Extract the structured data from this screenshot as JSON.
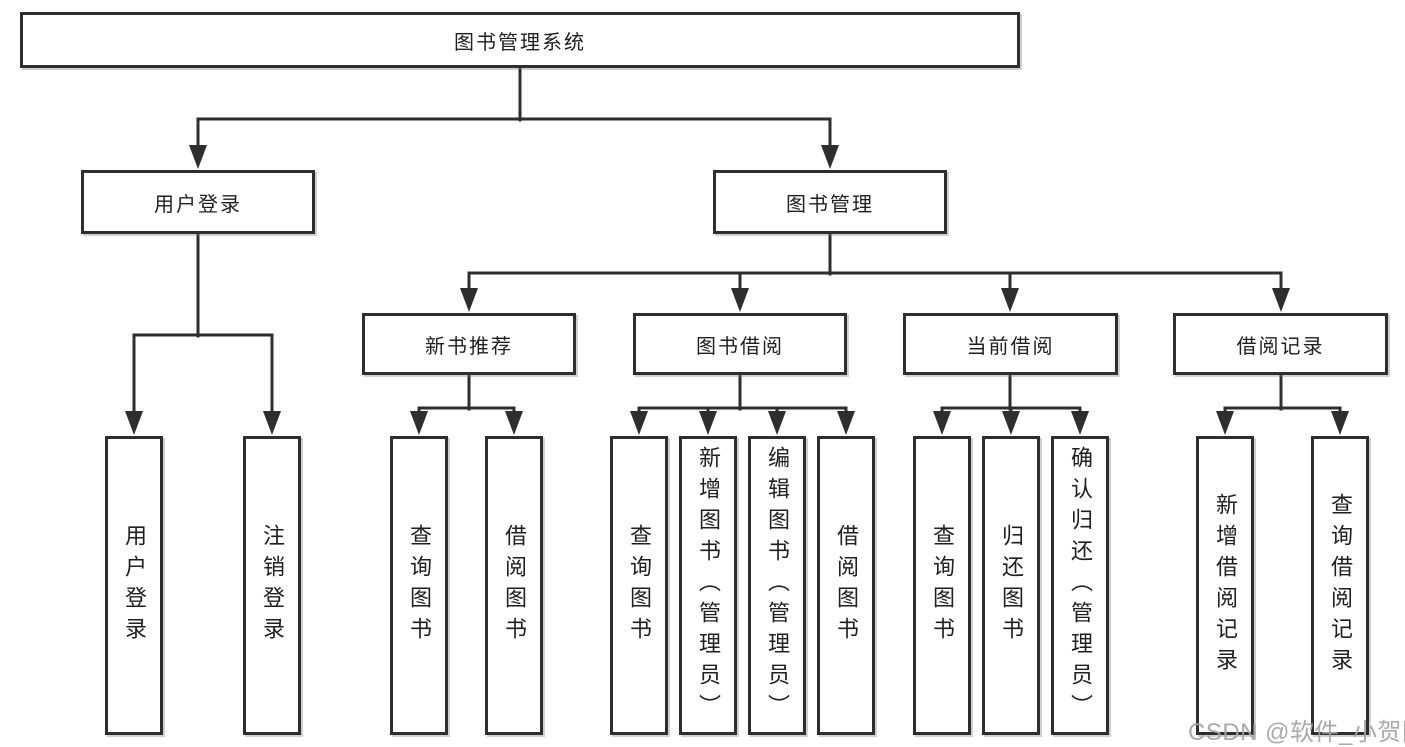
{
  "diagram_type": "hierarchy-tree",
  "colors": {
    "line": "#2e2e2e",
    "box_border": "#2e2e2e",
    "box_background": "#ffffff",
    "text": "#1f1f1f",
    "watermark": "#a3a3a3"
  },
  "tree": {
    "label": "图书管理系统",
    "children": [
      {
        "label": "用户登录",
        "children": [
          {
            "label": "用户登录"
          },
          {
            "label": "注销登录"
          }
        ]
      },
      {
        "label": "图书管理",
        "children": [
          {
            "label": "新书推荐",
            "children": [
              {
                "label": "查询图书"
              },
              {
                "label": "借阅图书"
              }
            ]
          },
          {
            "label": "图书借阅",
            "children": [
              {
                "label": "查询图书"
              },
              {
                "label": "新增图书（管理员）"
              },
              {
                "label": "编辑图书（管理员）"
              },
              {
                "label": "借阅图书"
              }
            ]
          },
          {
            "label": "当前借阅",
            "children": [
              {
                "label": "查询图书"
              },
              {
                "label": "归还图书"
              },
              {
                "label": "确认归还（管理员）"
              }
            ]
          },
          {
            "label": "借阅记录",
            "children": [
              {
                "label": "新增借阅记录"
              },
              {
                "label": "查询借阅记录"
              }
            ]
          }
        ]
      }
    ]
  },
  "watermark": {
    "text": "CSDN @软件_小贺同学"
  }
}
